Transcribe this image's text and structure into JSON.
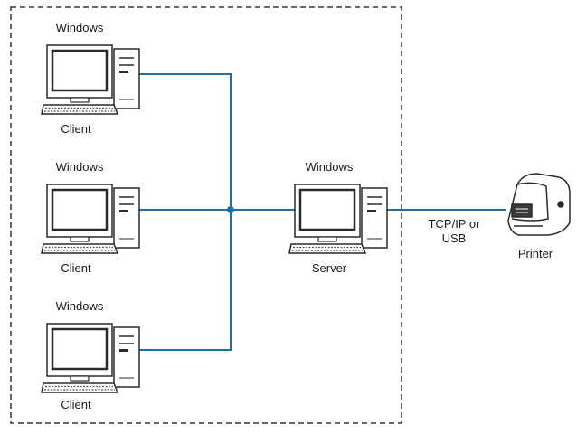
{
  "clients": [
    {
      "os": "Windows",
      "role": "Client"
    },
    {
      "os": "Windows",
      "role": "Client"
    },
    {
      "os": "Windows",
      "role": "Client"
    }
  ],
  "server": {
    "os": "Windows",
    "role": "Server"
  },
  "connection": {
    "label": "TCP/IP or\nUSB"
  },
  "printer": {
    "label": "Printer"
  },
  "colors": {
    "line": "#1f6f9f",
    "dash": "#333333",
    "outline": "#2a2a2a",
    "screen": "#ffffff"
  }
}
